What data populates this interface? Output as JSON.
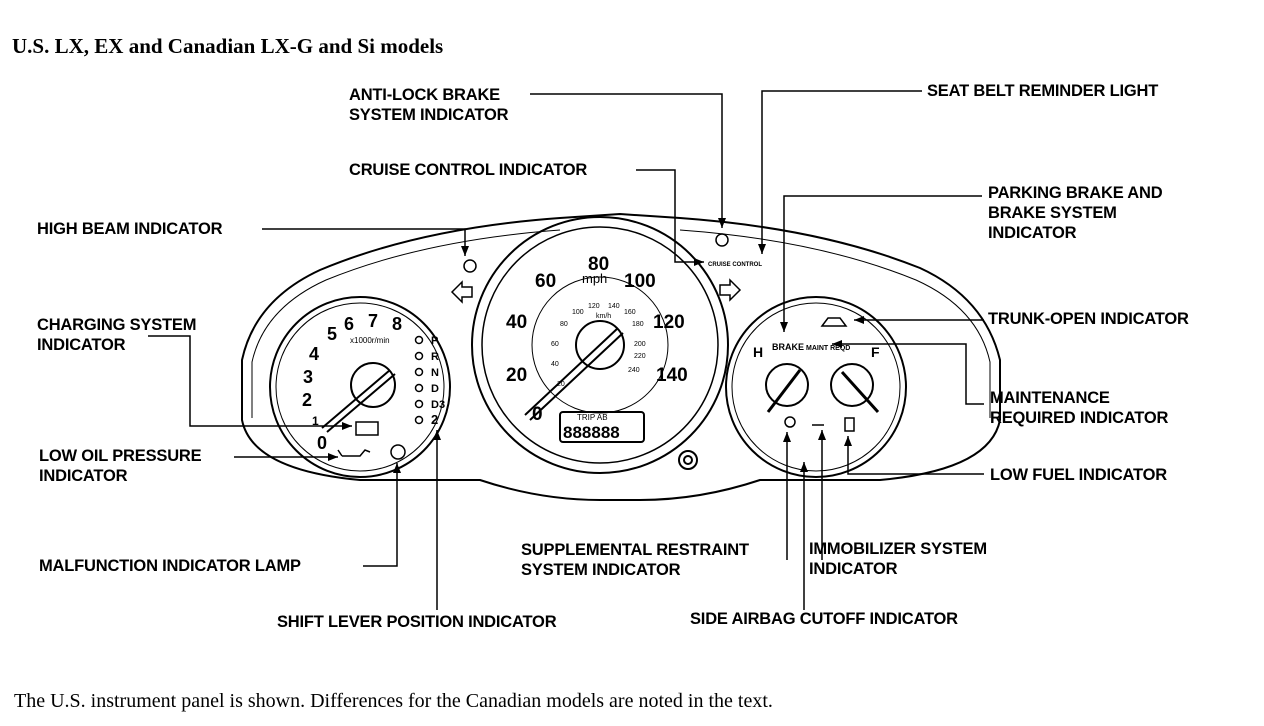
{
  "title": "U.S. LX, EX and Canadian LX-G and Si models",
  "caption": "The U.S. instrument panel is shown. Differences for the Canadian models are noted in the text.",
  "callouts": {
    "abs": [
      "ANTI-LOCK BRAKE",
      "SYSTEM INDICATOR"
    ],
    "seat_belt": [
      "SEAT BELT REMINDER LIGHT"
    ],
    "cruise": [
      "CRUISE CONTROL INDICATOR"
    ],
    "parking_brake": [
      "PARKING BRAKE AND",
      "BRAKE SYSTEM",
      "INDICATOR"
    ],
    "high_beam": [
      "HIGH BEAM INDICATOR"
    ],
    "trunk": [
      "TRUNK-OPEN INDICATOR"
    ],
    "charging": [
      "CHARGING SYSTEM",
      "INDICATOR"
    ],
    "maintenance": [
      "MAINTENANCE",
      "REQUIRED INDICATOR"
    ],
    "low_oil": [
      "LOW OIL PRESSURE",
      "INDICATOR"
    ],
    "low_fuel": [
      "LOW FUEL INDICATOR"
    ],
    "srs": [
      "SUPPLEMENTAL RESTRAINT",
      "SYSTEM INDICATOR"
    ],
    "immobilizer": [
      "IMMOBILIZER SYSTEM",
      "INDICATOR"
    ],
    "mil": [
      "MALFUNCTION INDICATOR LAMP"
    ],
    "shift": [
      "SHIFT LEVER POSITION INDICATOR"
    ],
    "side_airbag": [
      "SIDE AIRBAG CUTOFF INDICATOR"
    ]
  },
  "gauges": {
    "tach_numbers": [
      "0",
      "1",
      "2",
      "3",
      "4",
      "5",
      "6",
      "7",
      "8"
    ],
    "tach_unit": "x1000r/min",
    "gear_positions": [
      "P",
      "R",
      "N",
      "D",
      "D3",
      "2"
    ],
    "speed_mph": [
      "0",
      "20",
      "40",
      "60",
      "80",
      "100",
      "120",
      "140"
    ],
    "speed_unit": "mph",
    "speed_kmh": [
      "20",
      "40",
      "60",
      "80",
      "100",
      "120",
      "140",
      "160",
      "180",
      "200",
      "220",
      "240"
    ],
    "speed_kmh_unit": "km/h",
    "trip_label": "TRIP AB",
    "odometer": "888888",
    "temp_h": "H",
    "fuel_f": "F",
    "brake_text": "BRAKE",
    "maint_text": "MAINT REQD",
    "cruise_text": "CRUISE CONTROL"
  }
}
